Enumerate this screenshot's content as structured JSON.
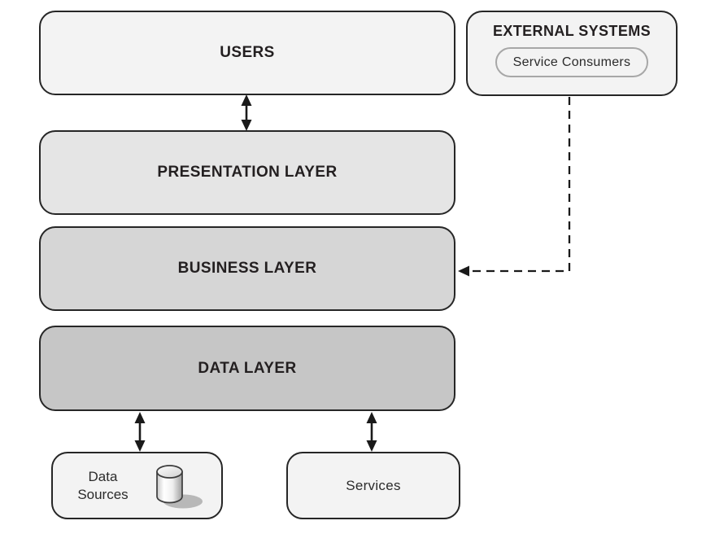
{
  "boxes": {
    "users": {
      "label": "USERS"
    },
    "external_systems": {
      "title": "EXTERNAL SYSTEMS",
      "pill_label": "Service Consumers"
    },
    "presentation_layer": {
      "label": "PRESENTATION LAYER"
    },
    "business_layer": {
      "label": "BUSINESS LAYER"
    },
    "data_layer": {
      "label": "DATA LAYER"
    },
    "data_sources": {
      "label": "Data Sources"
    },
    "services": {
      "label": "Services"
    }
  },
  "icons": {
    "database_icon": "database-cylinder"
  },
  "colors": {
    "box_border": "#262626",
    "text": "#231f20",
    "users_fill": "#f3f3f3",
    "external_fill": "#f3f3f3",
    "presentation_fill": "#e5e5e5",
    "business_fill": "#d6d6d6",
    "data_fill": "#c6c6c6",
    "data_sources_fill": "#f3f3f3",
    "services_fill": "#f3f3f3",
    "pill_border": "#a7a7a7",
    "arrow": "#1a1a1a"
  },
  "connections": [
    {
      "from": "users",
      "to": "presentation_layer",
      "type": "double-arrow"
    },
    {
      "from": "service_consumers",
      "to": "business_layer",
      "type": "dashed-arrow"
    },
    {
      "from": "data_layer",
      "to": "data_sources",
      "type": "double-arrow"
    },
    {
      "from": "data_layer",
      "to": "services",
      "type": "double-arrow"
    }
  ]
}
